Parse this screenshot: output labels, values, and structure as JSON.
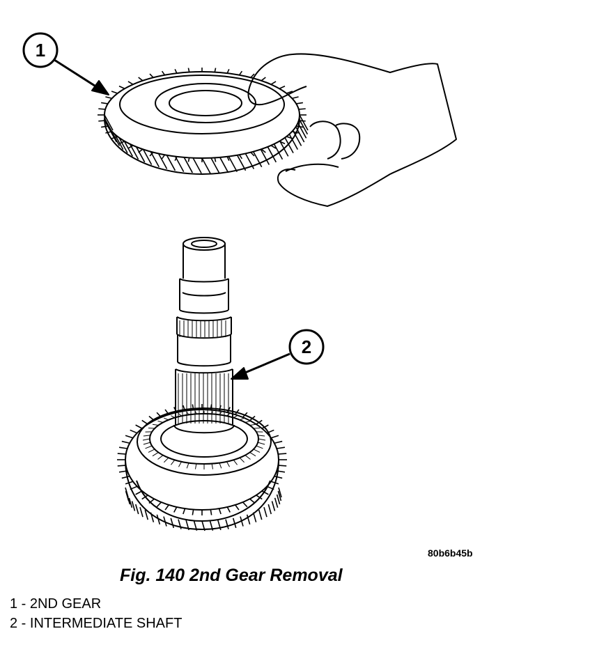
{
  "figure": {
    "callouts": [
      {
        "number": "1"
      },
      {
        "number": "2"
      }
    ],
    "image_code": "80b6b45b"
  },
  "caption": "Fig. 140 2nd Gear Removal",
  "legend": [
    "1 - 2ND GEAR",
    "2 - INTERMEDIATE SHAFT"
  ]
}
